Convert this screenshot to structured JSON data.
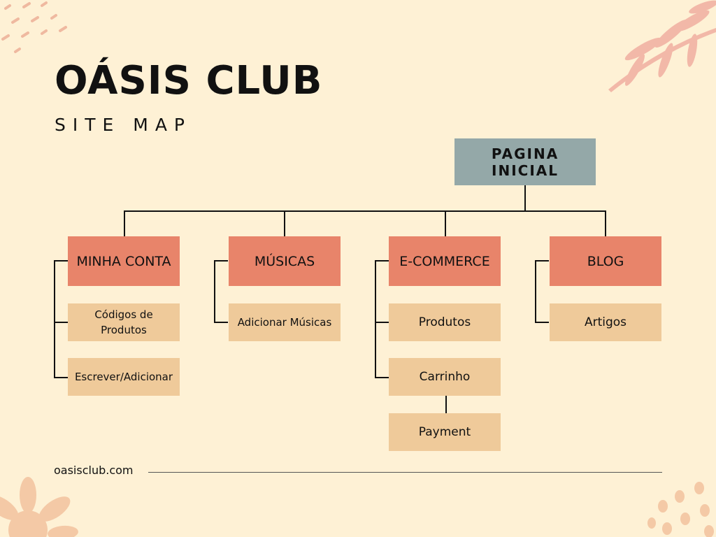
{
  "title": "OÁSIS CLUB",
  "subtitle": "SITE MAP",
  "root": "PAGINA INICIAL",
  "categories": [
    {
      "label": "MINHA CONTA",
      "children": [
        "Códigos de Produtos",
        "Escrever/Adicionar"
      ]
    },
    {
      "label": "MÚSICAS",
      "children": [
        "Adicionar Músicas"
      ]
    },
    {
      "label": "E-COMMERCE",
      "children": [
        "Produtos",
        "Carrinho",
        "Payment"
      ]
    },
    {
      "label": "BLOG",
      "children": [
        "Artigos"
      ]
    }
  ],
  "footer": {
    "url": "oasisclub.com"
  },
  "colors": {
    "background": "#fef1d5",
    "root": "#94a8a8",
    "category": "#e8846a",
    "subpage": "#efca9a",
    "decoration": "#f2b8a0"
  }
}
